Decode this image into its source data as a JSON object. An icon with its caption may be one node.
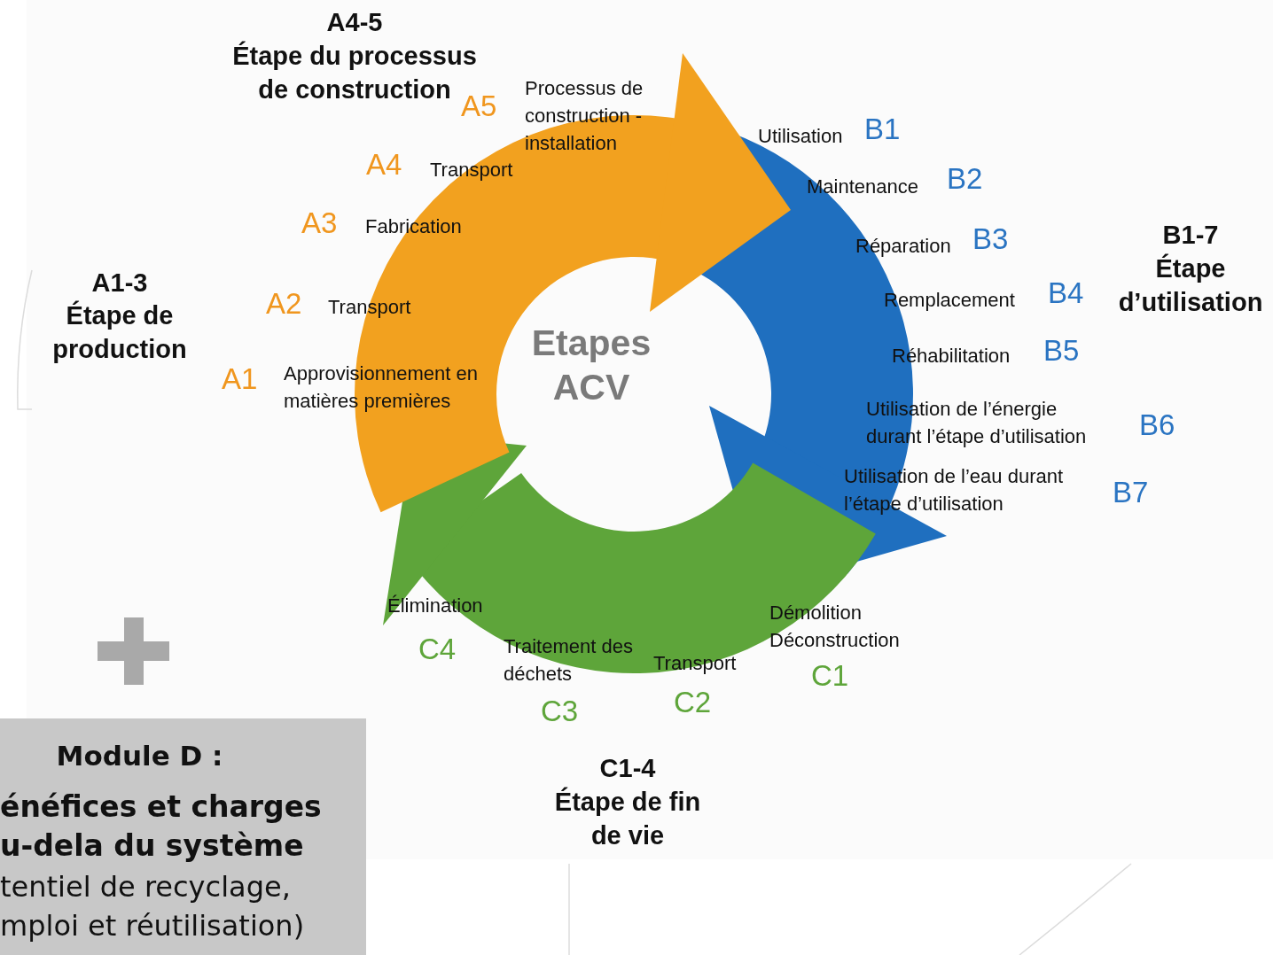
{
  "diagram": {
    "nodes": [
      {
        "text": [
          "Module D :",
          "énéfices et charges u-dela du système",
          "tentiel de recyclage, mploi et réutilisation)"
        ]
      }
    ],
    "labels": [
      "A4-5",
      "Étape du processus de construction",
      "Processus de construction -installation",
      "A5",
      "Utilisation",
      "B1",
      "A4",
      "Transport",
      "Maintenance",
      "B2",
      "A3",
      "Fabrication",
      "Réparation",
      "B3",
      "B1-7",
      "Étape d’utilisation",
      "A1-3",
      "Étape de production",
      "A2",
      "Transport",
      "Remplacement",
      "B4",
      "Etapes ACV",
      "Réhabilitation",
      "B5",
      "A1",
      "Approvisionnement en matières premières",
      "Utilisation de l’énergie durant l’étape d’utilisation",
      "B6",
      "Utilisation de l’eau durant l’étape d’utilisation",
      "B7",
      "Élimination",
      "Démolition Déconstruction",
      "C4",
      "Traitement des déchets",
      "Transport",
      "C1",
      "C2",
      "C3",
      "C1-4",
      "Étape de fin de vie"
    ]
  }
}
